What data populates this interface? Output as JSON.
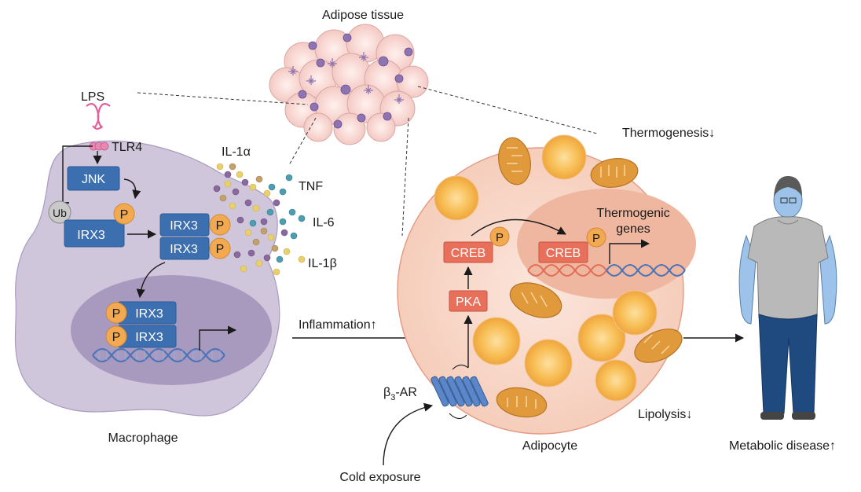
{
  "labels": {
    "adipose_tissue": "Adipose tissue",
    "lps": "LPS",
    "tlr4": "TLR4",
    "jnk": "JNK",
    "ub": "Ub",
    "irx3": "IRX3",
    "p": "P",
    "il1a": "IL-1α",
    "tnf": "TNF",
    "il6": "IL-6",
    "il1b": "IL-1β",
    "macrophage": "Macrophage",
    "inflammation": "Inflammation↑",
    "thermogenesis": "Thermogenesis↓",
    "thermogenic_line1": "Thermogenic",
    "thermogenic_line2": "genes",
    "creb": "CREB",
    "pka": "PKA",
    "beta3_main": "β",
    "beta3_sub": "3",
    "beta3_tail": "-AR",
    "adipocyte": "Adipocyte",
    "lipolysis": "Lipolysis↓",
    "metabolic_disease": "Metabolic disease↑",
    "cold_exposure": "Cold exposure"
  },
  "colors": {
    "macrophage_fill": "#cfc6dc",
    "macrophage_stroke": "#a89bbf",
    "nucleus_fill": "#9e8eb4",
    "box_blue": "#3b6fb0",
    "box_blue_dark": "#2e5a92",
    "p_orange": "#f3a950",
    "adipocyte_fill": "#f9dccf",
    "adipocyte_stroke": "#e49a82",
    "adipo_nucleus": "#efb7a0",
    "box_red": "#e8705a",
    "fat_droplet": "#f7b54a",
    "mito": "#e09a3c",
    "dna_blue": "#4b73b8",
    "dna_red": "#e26e57",
    "shirt": "#b9b9b9",
    "pants": "#1f4a80",
    "skin": "#9dc3ea"
  }
}
